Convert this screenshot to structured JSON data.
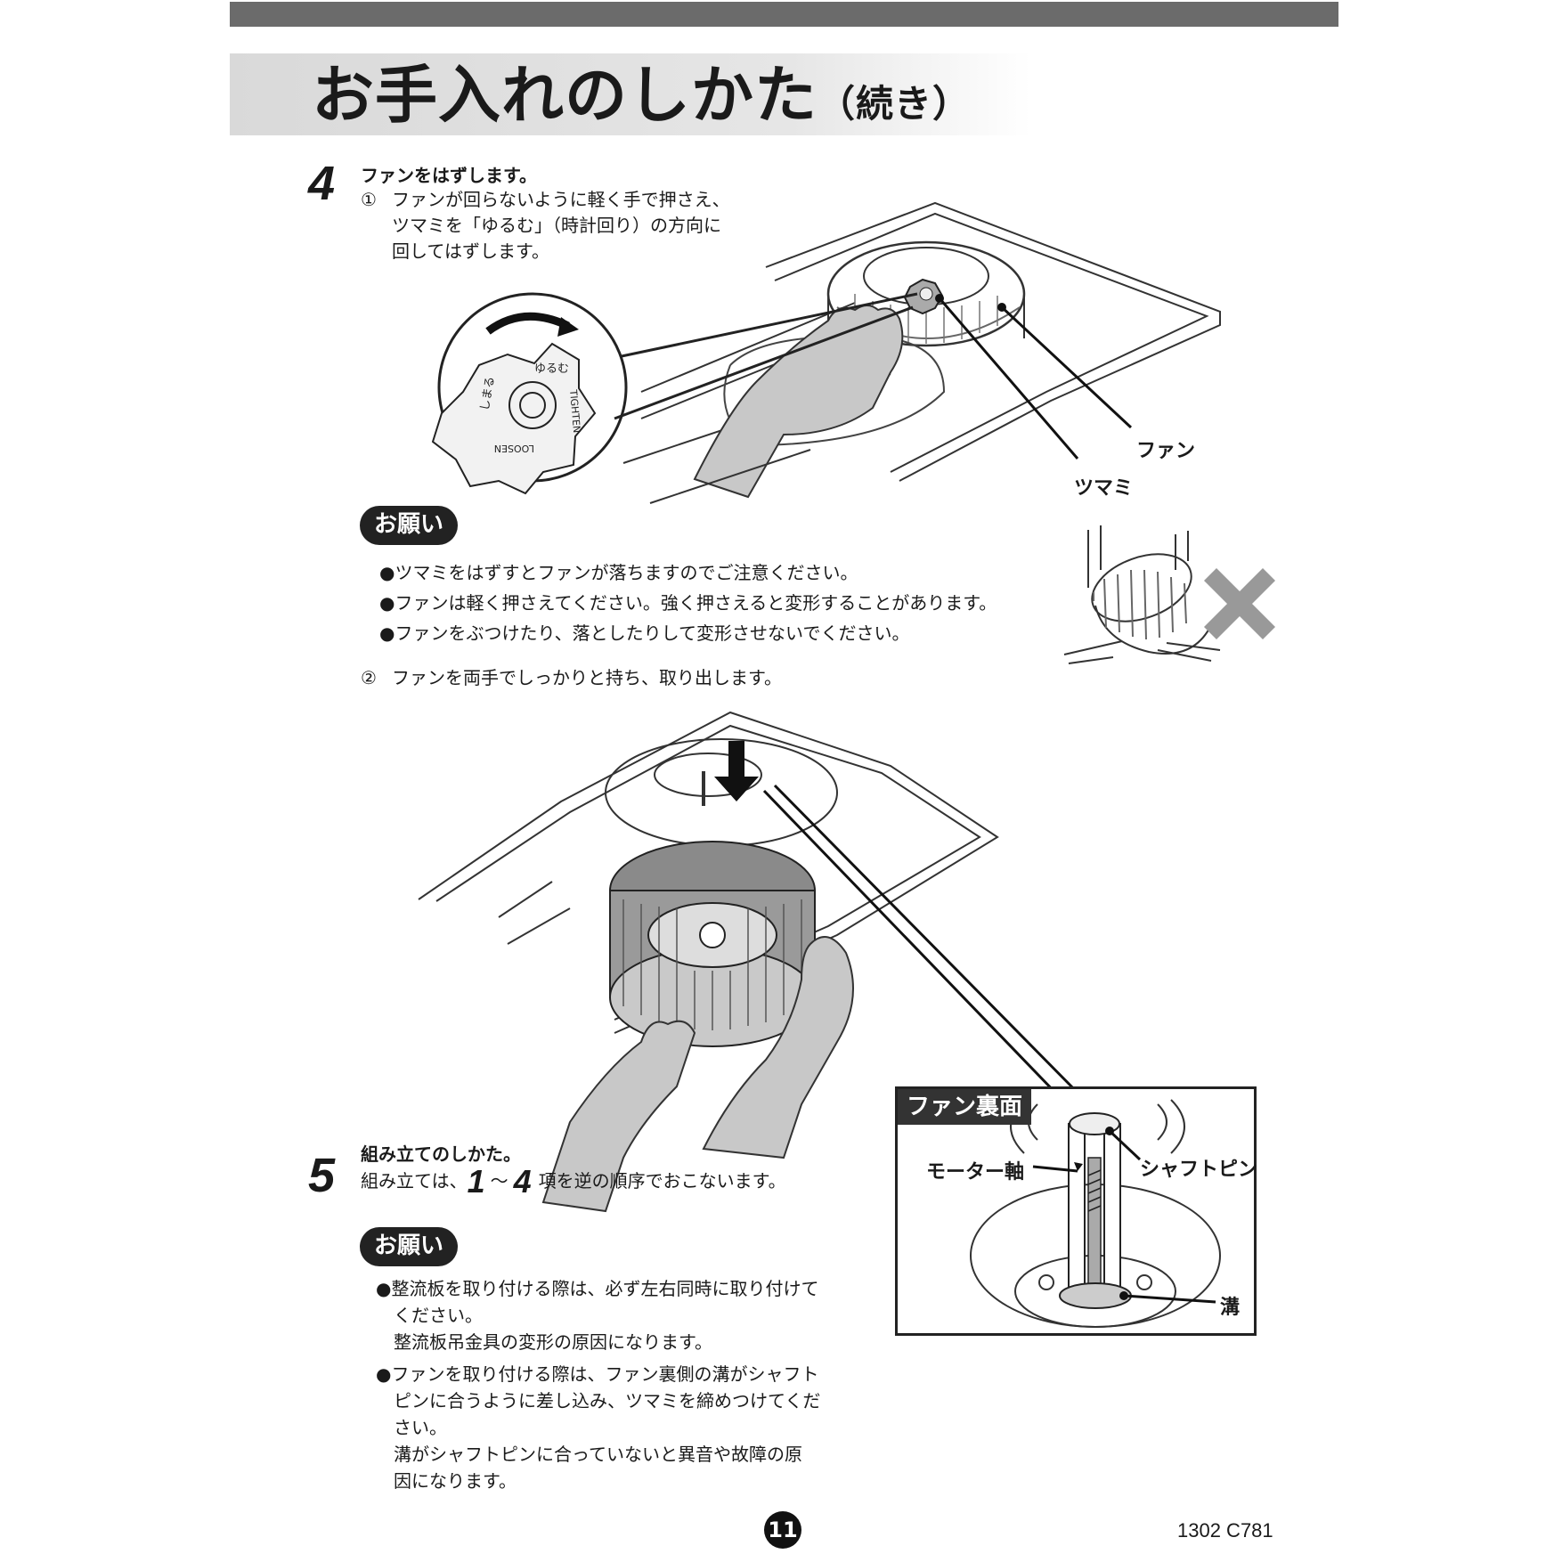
{
  "title": {
    "main": "お手入れのしかた",
    "sub": "（続き）"
  },
  "step4": {
    "number": "4",
    "heading": "ファンをはずします。",
    "sub1_mark": "①",
    "sub1_lines": [
      "ファンが回らないように軽く手で押さえ、",
      "ツマミを「ゆるむ」（時計回り）の方向に",
      "回してはずします。"
    ],
    "knob_labels": {
      "loosen_jp": "ゆるむ",
      "tighten_jp": "しまる",
      "tighten_en": "TIGHTEN",
      "loosen_en": "LOOSEN"
    },
    "labels": {
      "fan": "ファン",
      "knob": "ツマミ"
    },
    "note_badge": "お願い",
    "notes": [
      "●ツマミをはずすとファンが落ちますのでご注意ください。",
      "●ファンは軽く押さえてください。強く押さえると変形することがあります。",
      "●ファンをぶつけたり、落としたりして変形させないでください。"
    ],
    "sub2_mark": "②",
    "sub2_text": "ファンを両手でしっかりと持ち、取り出します。"
  },
  "inset": {
    "title": "ファン裏面",
    "motor_shaft": "モーター軸",
    "shaft_pin": "シャフトピン",
    "groove": "溝"
  },
  "step5": {
    "number": "5",
    "heading": "組み立てのしかた。",
    "body_pre": "組み立ては、",
    "from": "1",
    "tilde": "～",
    "to": "4",
    "body_post": "項を逆の順序でおこないます。",
    "note_badge": "お願い",
    "notes": [
      [
        "●整流板を取り付ける際は、必ず左右同時に取り付けて",
        "ください。",
        "整流板吊金具の変形の原因になります。"
      ],
      [
        "●ファンを取り付ける際は、ファン裏側の溝がシャフト",
        "ピンに合うように差し込み、ツマミを締めつけてくだ",
        "さい。",
        "溝がシャフトピンに合っていないと異音や故障の原",
        "因になります。"
      ]
    ]
  },
  "footer": {
    "page": "11",
    "code": "1302 C781"
  }
}
